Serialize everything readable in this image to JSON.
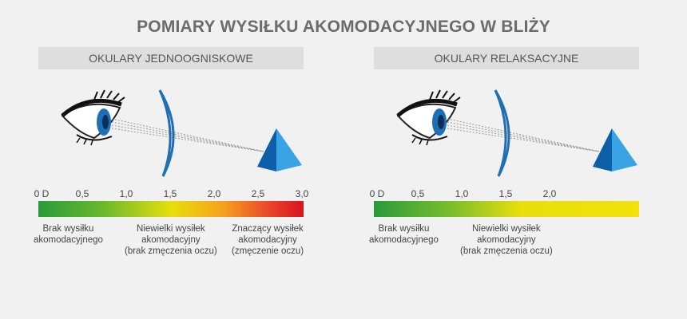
{
  "title": "POMIARY WYSIŁKU AKOMODACYJNEGO W BLIŻY",
  "colors": {
    "lens": "#1f6fb2",
    "iris": "#1d6fb8",
    "pyramid_light": "#3aa3e6",
    "pyramid_dark": "#0c5fa8",
    "green": "#2a9a3a",
    "yellow": "#e6df0c",
    "red": "#d8131e"
  },
  "panels": [
    {
      "header": "OKULARY JEDNOOGNISKOWE",
      "ticks": [
        "0 D",
        "0,5",
        "1,0",
        "1,5",
        "2,0",
        "2,5",
        "3,0"
      ],
      "descriptions": [
        {
          "lines": [
            "Brak wysiłku",
            "akomodacyjnego"
          ]
        },
        {
          "lines": [
            "Niewielki wysiłek",
            "akomodacyjny",
            "(brak zmęczenia oczu)"
          ]
        },
        {
          "lines": [
            "Znaczący wysiłek",
            "akomodacyjny",
            "(zmęczenie oczu)"
          ]
        }
      ]
    },
    {
      "header": "OKULARY RELAKSACYJNE",
      "ticks": [
        "0 D",
        "0,5",
        "1,0",
        "1,5",
        "2,0"
      ],
      "descriptions": [
        {
          "lines": [
            "Brak wysiłku",
            "akomodacyjnego"
          ]
        },
        {
          "lines": [
            "Niewielki wysiłek",
            "akomodacyjny",
            "(brak zmęczenia oczu)"
          ]
        }
      ]
    }
  ]
}
